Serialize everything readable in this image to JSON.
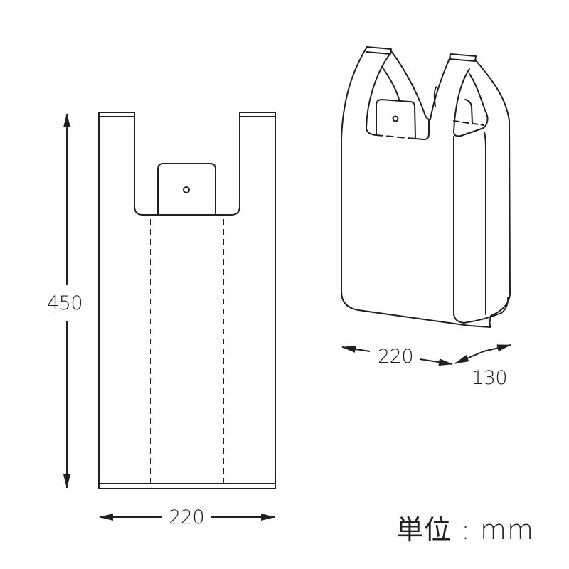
{
  "diagram": {
    "type": "bag-dimension-drawing",
    "flat_view": {
      "height_label": "450",
      "width_label": "220"
    },
    "perspective_view": {
      "width_label": "220",
      "gusset_label": "130"
    },
    "unit_label": "単位 : mm",
    "colors": {
      "line": "#231f20",
      "background": "#ffffff"
    }
  }
}
